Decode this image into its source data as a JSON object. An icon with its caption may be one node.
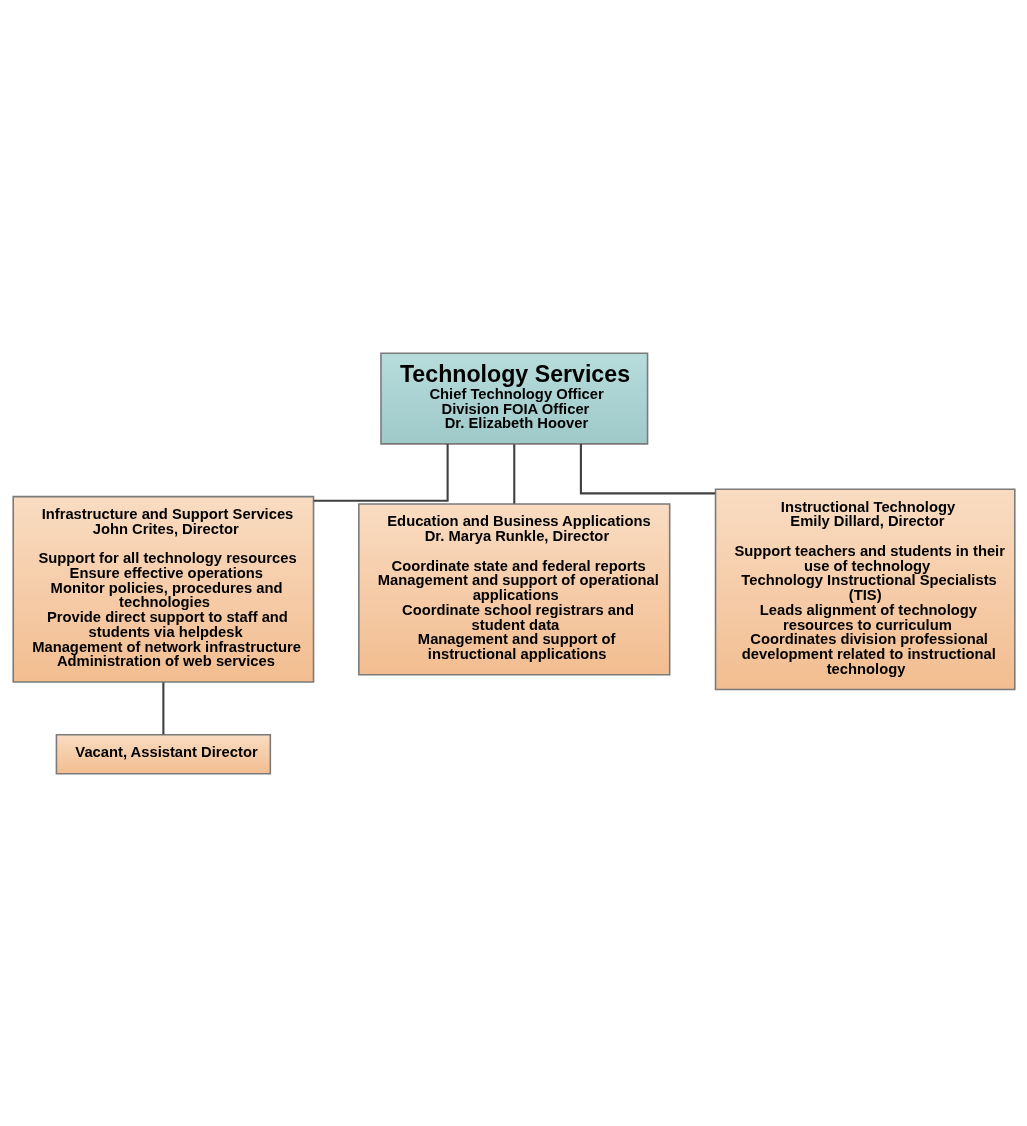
{
  "diagram": {
    "nodes": [
      {
        "text": [
          "Technology Services",
          "Chief Technology Officer",
          "Division FOIA Officer",
          "Dr. Elizabeth Hoover"
        ]
      },
      {
        "text": [
          "Infrastructure and Support Services",
          "John Crites, Director",
          "Support for all technology resources",
          "Ensure effective operations",
          "Monitor policies, procedures and technologies",
          "Provide direct support to staff and students via helpdesk",
          "Management of network infrastructure",
          "Administration of web services"
        ]
      },
      {
        "text": [
          "Education and Business Applications",
          "Dr. Marya Runkle, Director",
          "Coordinate state and federal reports",
          "Management and support of operational applications",
          "Coordinate school registrars and student data",
          "Management and support of instructional applications"
        ]
      },
      {
        "text": [
          "Vacant, Assistant Director"
        ]
      },
      {
        "text": [
          "Instructional Technology",
          "Emily Dillard, Director",
          "Support teachers and students in their use of technology",
          "Technology Instructional Specialists (TIS)",
          "Leads alignment of technology resources to curriculum",
          "Coordinates division professional development related to instructional technology"
        ]
      }
    ],
    "edges": [
      {
        "from": 0,
        "to": 1,
        "arrow": "none"
      },
      {
        "from": 0,
        "to": 2,
        "arrow": "none"
      },
      {
        "from": 0,
        "to": 4,
        "arrow": "none"
      },
      {
        "from": 1,
        "to": 3,
        "arrow": "none"
      }
    ]
  }
}
